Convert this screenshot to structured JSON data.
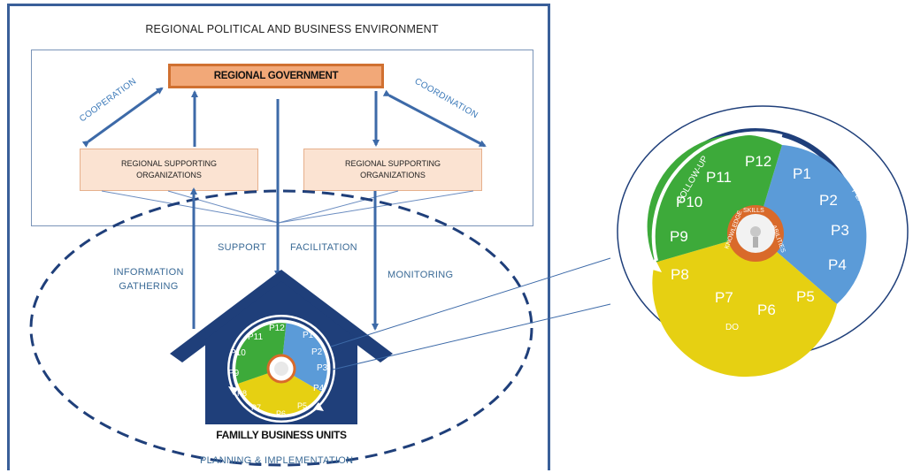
{
  "environment_title": "REGIONAL POLITICAL AND BUSINESS ENVIRONMENT",
  "government_label": "REGIONAL GOVERNMENT",
  "supporting_org_left": "REGIONAL SUPPORTING ORGANIZATIONS",
  "supporting_org_right": "REGIONAL SUPPORTING ORGANIZATIONS",
  "cooperation_label": "COOPERATION",
  "coordination_label": "COORDINATION",
  "flows": {
    "information_gathering_line1": "INFORMATION",
    "information_gathering_line2": "GATHERING",
    "support": "SUPPORT",
    "facilitation": "FACILITATION",
    "monitoring": "MONITORING"
  },
  "family_units_label": "FAMILLY BUSINESS UNITS",
  "planning_label": "PLANNING & IMPLEMENTATION",
  "cycle": {
    "phases": [
      "PLAN",
      "DO",
      "FOLLOW-UP"
    ],
    "inner_ring": [
      "SKILLS",
      "ABILITIES",
      "KNOWLEDGE"
    ],
    "steps_plan": [
      "P1",
      "P2",
      "P3",
      "P4"
    ],
    "steps_do": [
      "P5",
      "P6",
      "P7",
      "P8"
    ],
    "steps_followup": [
      "P9",
      "P10",
      "P11",
      "P12"
    ],
    "colors": {
      "plan": "#5b9bd8",
      "do": "#e6d012",
      "followup": "#3daa3a",
      "ring": "#1f3f7a",
      "inner": "#d96a2a"
    }
  }
}
